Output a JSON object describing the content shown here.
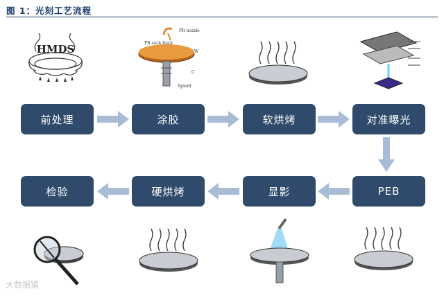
{
  "figure": {
    "title": "图 1：光刻工艺流程"
  },
  "steps": [
    "前处理",
    "涂胶",
    "软烘烤",
    "对准曝光",
    "PEB",
    "显影",
    "硬烘烤",
    "检验"
  ],
  "illustrations": {
    "hmds_label": "HMDS",
    "coating_labels": {
      "vacuum_chuck": "PR suck buck",
      "nozzle": "PR nozzle",
      "wafer": "W",
      "chuck": "C",
      "spindle": "Spindl"
    }
  },
  "watermark": "大数据猿",
  "colors": {
    "box": "#2f4a6a",
    "arrow": "#a9bcd6",
    "title": "#1c3d6e"
  }
}
